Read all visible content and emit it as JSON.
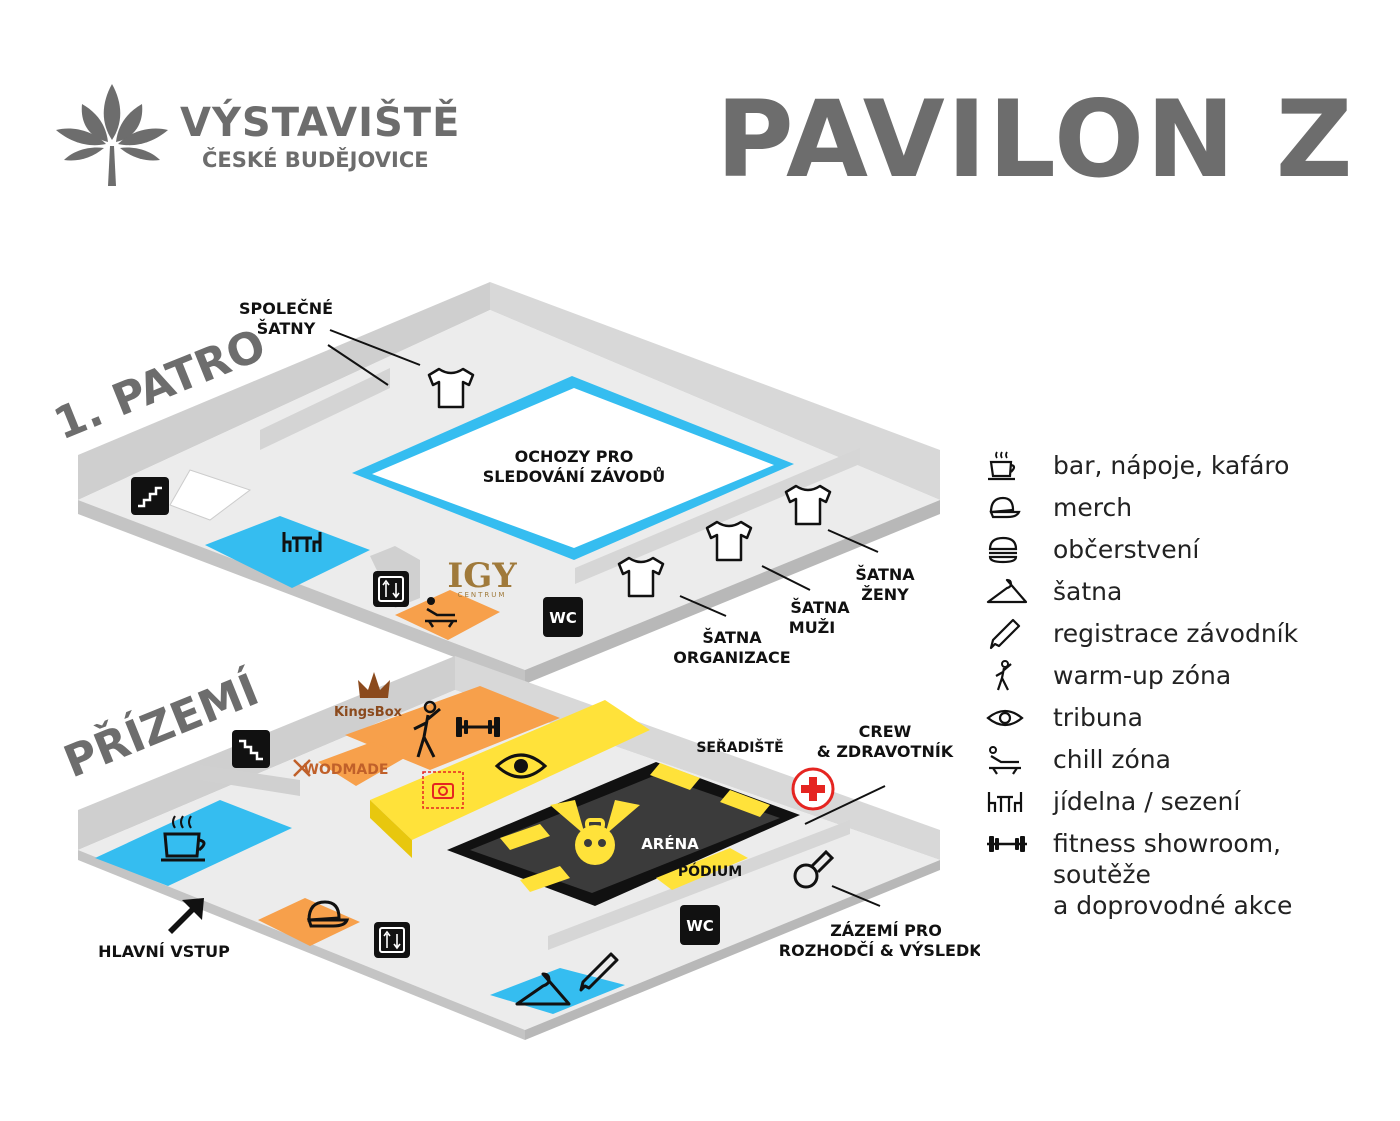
{
  "header": {
    "logo_line1": "VÝSTAVIŠTĚ",
    "logo_line2": "ČESKÉ BUDĚJOVICE",
    "title": "PAVILON Z"
  },
  "floors": {
    "upper": "1. PATRO",
    "ground": "PŘÍZEMÍ"
  },
  "upper_labels": {
    "spolecne_satny_1": "SPOLEČNÉ",
    "spolecne_satny_2": "ŠATNY",
    "ochozy_1": "OCHOZY PRO",
    "ochozy_2": "SLEDOVÁNÍ ZÁVODŮ",
    "satna_zeny_1": "ŠATNA",
    "satna_zeny_2": "ŽENY",
    "satna_muzi_1": "ŠATNA",
    "satna_muzi_2": "MUŽI",
    "satna_org_1": "ŠATNA",
    "satna_org_2": "ORGANIZACE",
    "wc": "WC"
  },
  "ground_labels": {
    "seradiste": "SEŘADIŠTĚ",
    "crew_1": "CREW",
    "crew_2": "& ZDRAVOTNÍK",
    "arena": "ARÉNA",
    "podium": "PÓDIUM",
    "zazemi_1": "ZÁZEMÍ PRO",
    "zazemi_2": "ROZHODČÍ & VÝSLEDKY",
    "hlavni_vstup": "HLAVNÍ VSTUP",
    "wc": "WC"
  },
  "sponsors": {
    "igy": "IGY",
    "igy_sub": "CENTRUM",
    "kingsbox": "KingsBox",
    "wodmade": "WODMADE"
  },
  "legend": [
    {
      "icon": "coffee-cup-icon",
      "label": "bar, nápoje, kafáro"
    },
    {
      "icon": "cap-icon",
      "label": "merch"
    },
    {
      "icon": "burger-icon",
      "label": "občerstvení"
    },
    {
      "icon": "hanger-icon",
      "label": "šatna"
    },
    {
      "icon": "pencil-icon",
      "label": "registrace závodník"
    },
    {
      "icon": "stretching-person-icon",
      "label": "warm-up zóna"
    },
    {
      "icon": "eye-icon",
      "label": "tribuna"
    },
    {
      "icon": "lounger-icon",
      "label": "chill zóna"
    },
    {
      "icon": "table-chairs-icon",
      "label": "jídelna / sezení"
    },
    {
      "icon": "dumbbell-icon",
      "label": "fitness showroom,\nsoutěže\na doprovodné akce"
    }
  ],
  "colors": {
    "gray": "#6d6d6d",
    "floor_light": "#ececec",
    "wall": "#cfcfcf",
    "blue": "#35bdf0",
    "orange": "#f7a04b",
    "yellow": "#ffe23a",
    "arena": "#3b3b3b",
    "red": "#e52521"
  }
}
